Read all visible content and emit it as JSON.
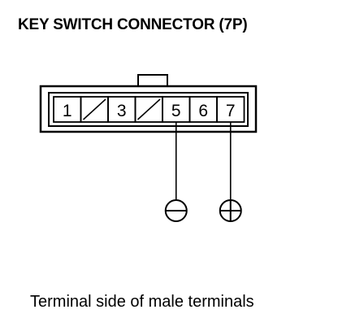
{
  "title": "KEY SWITCH CONNECTOR (7P)",
  "caption": "Terminal side of male terminals",
  "connector": {
    "pins": [
      {
        "label": "1",
        "empty": false
      },
      {
        "label": "",
        "empty": true
      },
      {
        "label": "3",
        "empty": false
      },
      {
        "label": "",
        "empty": true
      },
      {
        "label": "5",
        "empty": false
      },
      {
        "label": "6",
        "empty": false
      },
      {
        "label": "7",
        "empty": false
      }
    ]
  },
  "probes": [
    {
      "pin": "5",
      "polarity": "negative",
      "symbol": "−"
    },
    {
      "pin": "7",
      "polarity": "positive",
      "symbol": "+"
    }
  ]
}
